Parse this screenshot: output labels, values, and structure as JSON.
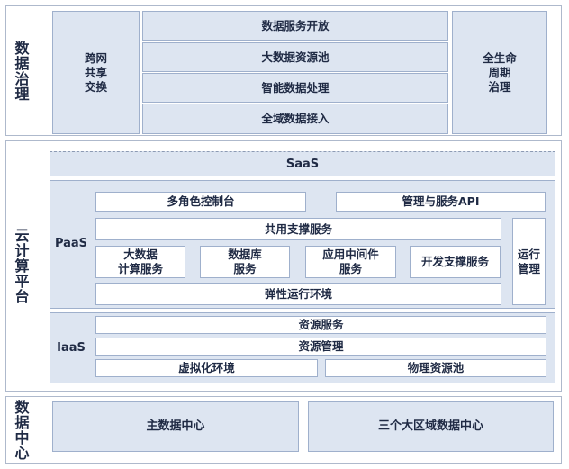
{
  "governance": {
    "label": "数据治理",
    "left_box": "跨网\n共享\n交换",
    "right_box": "全生命\n周期\n治理",
    "layers": [
      "数据服务开放",
      "大数据资源池",
      "智能数据处理",
      "全域数据接入"
    ]
  },
  "cloud": {
    "label": "云计算平台",
    "saas": "SaaS",
    "paas": {
      "label": "PaaS",
      "console": "多角色控制台",
      "api": "管理与服务API",
      "common": "共用支撑服务",
      "services": [
        "大数据\n计算服务",
        "数据库\n服务",
        "应用中间件\n服务",
        "开发支撑服务"
      ],
      "elastic": "弹性运行环境",
      "ops": "运行\n管理"
    },
    "iaas": {
      "label": "IaaS",
      "resource_service": "资源服务",
      "resource_mgmt": "资源管理",
      "virtual": "虚拟化环境",
      "physical": "物理资源池"
    }
  },
  "datacenter": {
    "label": "数据中心",
    "main": "主数据中心",
    "regions": "三个大区域数据中心"
  }
}
